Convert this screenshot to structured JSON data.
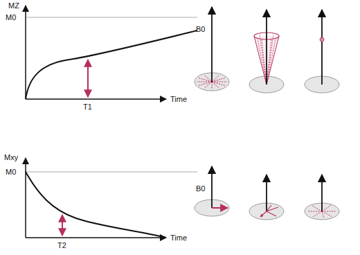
{
  "diagram": {
    "labels": [
      "MZ",
      "M0",
      "T1",
      "Time",
      "B0",
      "Mxy",
      "M0",
      "T2",
      "Time",
      "B0"
    ]
  }
}
